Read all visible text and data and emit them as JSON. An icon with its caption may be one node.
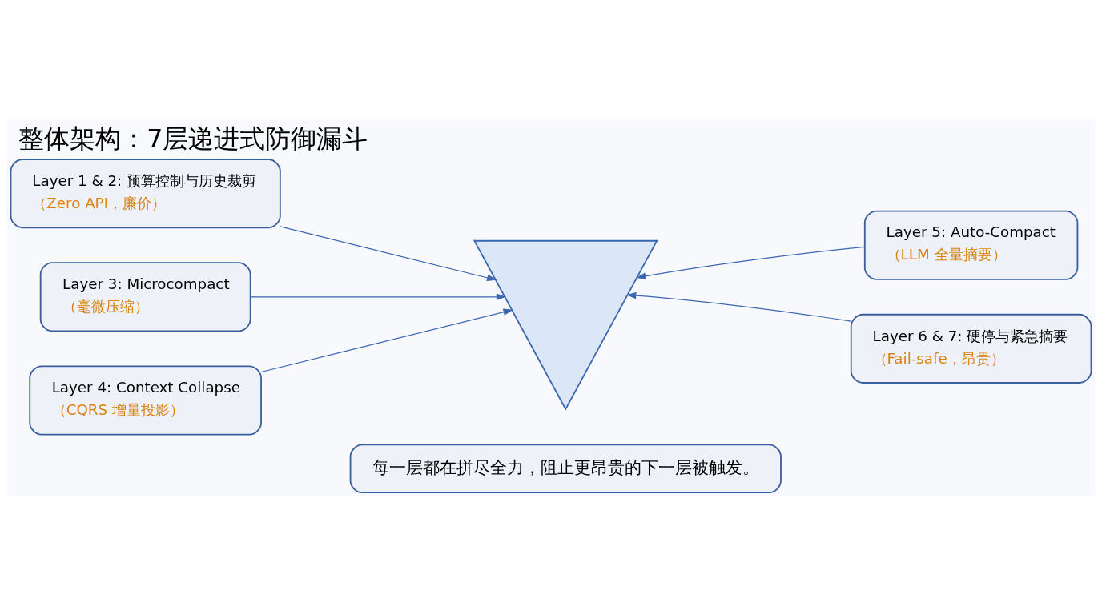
{
  "diagram": {
    "title": "整体架构：7层递进式防御漏斗",
    "nodes": [
      {
        "text": [
          "Layer 1 & 2: 预算控制与历史裁剪",
          "（Zero API，廉价）"
        ]
      },
      {
        "text": [
          "Layer 3: Microcompact",
          "（毫微压缩）"
        ]
      },
      {
        "text": [
          "Layer 4: Context Collapse",
          "（CQRS 增量投影）"
        ]
      },
      {
        "text": [],
        "shape": "picture"
      },
      {
        "text": [
          "Layer 5: Auto-Compact",
          "（LLM 全量摘要）"
        ]
      },
      {
        "text": [
          "Layer 6 & 7: 硬停与紧急摘要",
          "（Fail-safe，昂贵）"
        ]
      },
      {
        "text": [
          "每一层都在拼尽全力，阻止更昂贵的下一层被触发。"
        ]
      }
    ],
    "edges": [
      {
        "from": 0,
        "to": 3,
        "arrow": "to"
      },
      {
        "from": 1,
        "to": 3,
        "arrow": "to"
      },
      {
        "from": 2,
        "to": 3,
        "arrow": "to"
      },
      {
        "from": 4,
        "to": 3,
        "arrow": "to"
      },
      {
        "from": 5,
        "to": 3,
        "arrow": "to"
      }
    ]
  }
}
